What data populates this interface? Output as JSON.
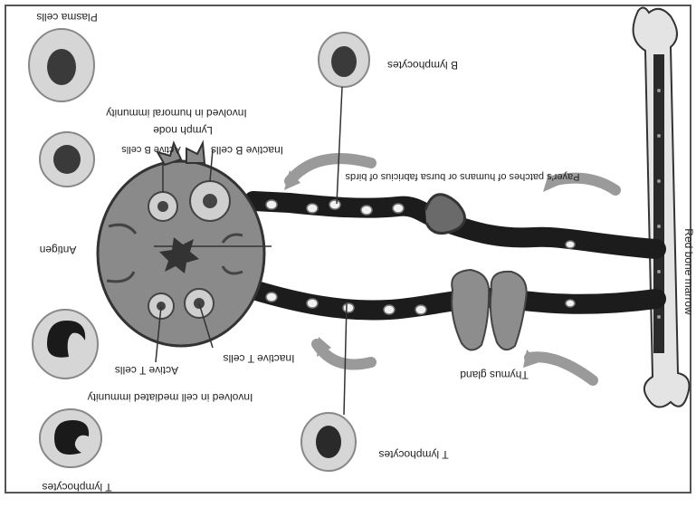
{
  "labels": {
    "plasma_cells": "Plasma cells",
    "humoral": "Involved in humoral immunity",
    "lymph_node": "Lymph node",
    "active_b": "Active B cells",
    "inactive_b": "Inactive B cells",
    "b_lymphocytes": "B lymphocytes",
    "payers": "Payer's patches of humans or bursa fabricius of birds",
    "antigen": "Antigen",
    "red_bone_marrow": "Red bone marrow",
    "thymus": "Thymus gland",
    "inactive_t": "Inactive T cells",
    "active_t": "Active T cells",
    "cell_mediated": "Involved in cell mediated immunity",
    "t_lymphocytes_center": "T lymphocytes",
    "t_lymphocytes_left": "T lymphocytes"
  },
  "colors": {
    "vessel": "#1c1c1c",
    "node_fill": "#8a8a8a",
    "cell_halo": "#d6d6d6",
    "nucleus": "#3a3a3a",
    "bone": "#e0e0e0"
  },
  "orientation": "image rotated 180 degrees"
}
